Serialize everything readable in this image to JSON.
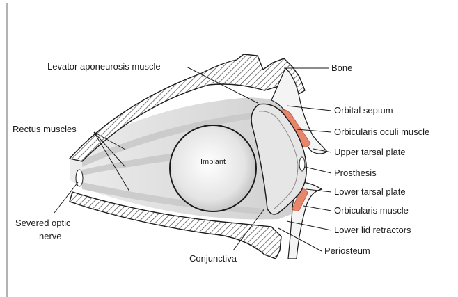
{
  "diagram": {
    "labels": {
      "levator": "Levator aponeurosis muscle",
      "bone": "Bone",
      "rectus": "Rectus muscles",
      "orbital_septum": "Orbital septum",
      "orbicularis_oculi": "Orbicularis oculi muscle",
      "upper_tarsal": "Upper tarsal plate",
      "prosthesis": "Prosthesis",
      "lower_tarsal": "Lower tarsal plate",
      "orbicularis": "Orbicularis muscle",
      "lower_lid": "Lower lid retractors",
      "periosteum": "Periosteum",
      "conjunctiva": "Conjunctiva",
      "optic_nerve_line1": "Severed optic",
      "optic_nerve_line2": "nerve",
      "implant": "Implant"
    },
    "colors": {
      "muscle_orange": "#e8866b",
      "tissue_gray": "#d9d9d9",
      "hatch": "#555555",
      "line": "#1a1a1a"
    }
  }
}
